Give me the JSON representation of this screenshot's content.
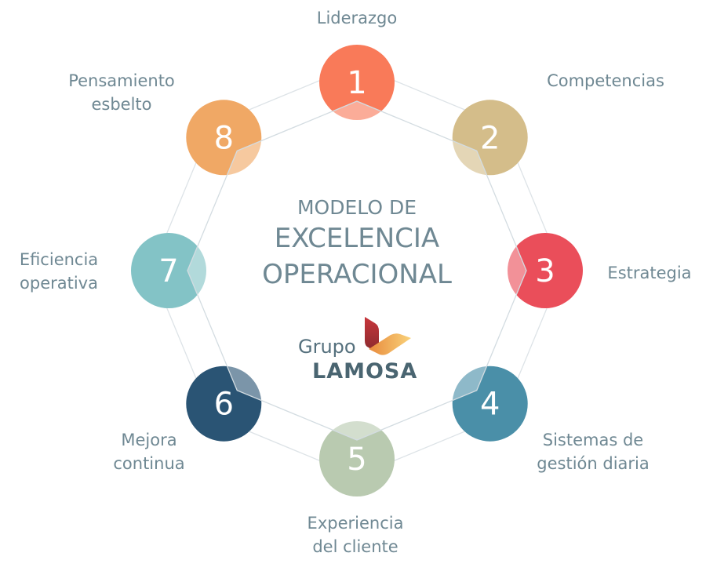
{
  "title": {
    "line1": "MODELO DE",
    "line2": "EXCELENCIA",
    "line3": "OPERACIONAL"
  },
  "logo": {
    "word1": "Grupo",
    "word2": "LAMOSA"
  },
  "steps": [
    {
      "number": "1",
      "label": "Liderazgo",
      "color": "#F97A59"
    },
    {
      "number": "2",
      "label": "Competencias",
      "color": "#D4BD8A"
    },
    {
      "number": "3",
      "label": "Estrategia",
      "color": "#EA4E5A"
    },
    {
      "number": "4",
      "label": "Sistemas de\ngestión diaria",
      "color": "#4A8FA8"
    },
    {
      "number": "5",
      "label": "Experiencia\ndel cliente",
      "color": "#B9CAB0"
    },
    {
      "number": "6",
      "label": "Mejora\ncontinua",
      "color": "#2A5474"
    },
    {
      "number": "7",
      "label": "Eficiencia\noperativa",
      "color": "#83C3C6"
    },
    {
      "number": "8",
      "label": "Pensamiento\nesbelto",
      "color": "#F0A865"
    }
  ]
}
